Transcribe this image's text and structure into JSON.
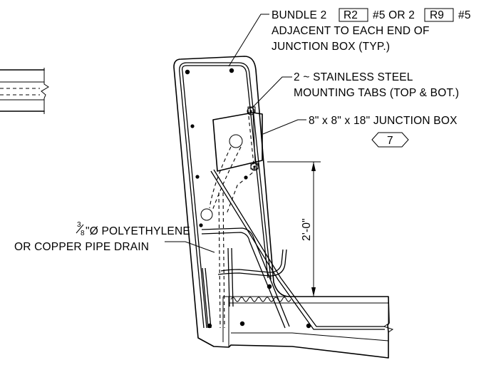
{
  "labels": {
    "bundle": {
      "line1_pre": "BUNDLE 2",
      "bar_a": "R2",
      "line1_mid": "#5 OR 2",
      "bar_b": "R9",
      "line1_post": "#5",
      "line2": "ADJACENT TO EACH END OF",
      "line3": "JUNCTION BOX (TYP.)"
    },
    "tabs": {
      "line1": "2 ~ STAINLESS STEEL",
      "line2": "MOUNTING TABS (TOP & BOT.)"
    },
    "junction_box": {
      "text": "8\" x 8\" x 18\" JUNCTION BOX",
      "tag": "7"
    },
    "drain": {
      "frac_num": "3",
      "frac_den": "8",
      "line1_rest": "\"Ø POLYETHYLENE",
      "line2": "OR COPPER PIPE DRAIN"
    },
    "dimension": "2'-0\""
  }
}
